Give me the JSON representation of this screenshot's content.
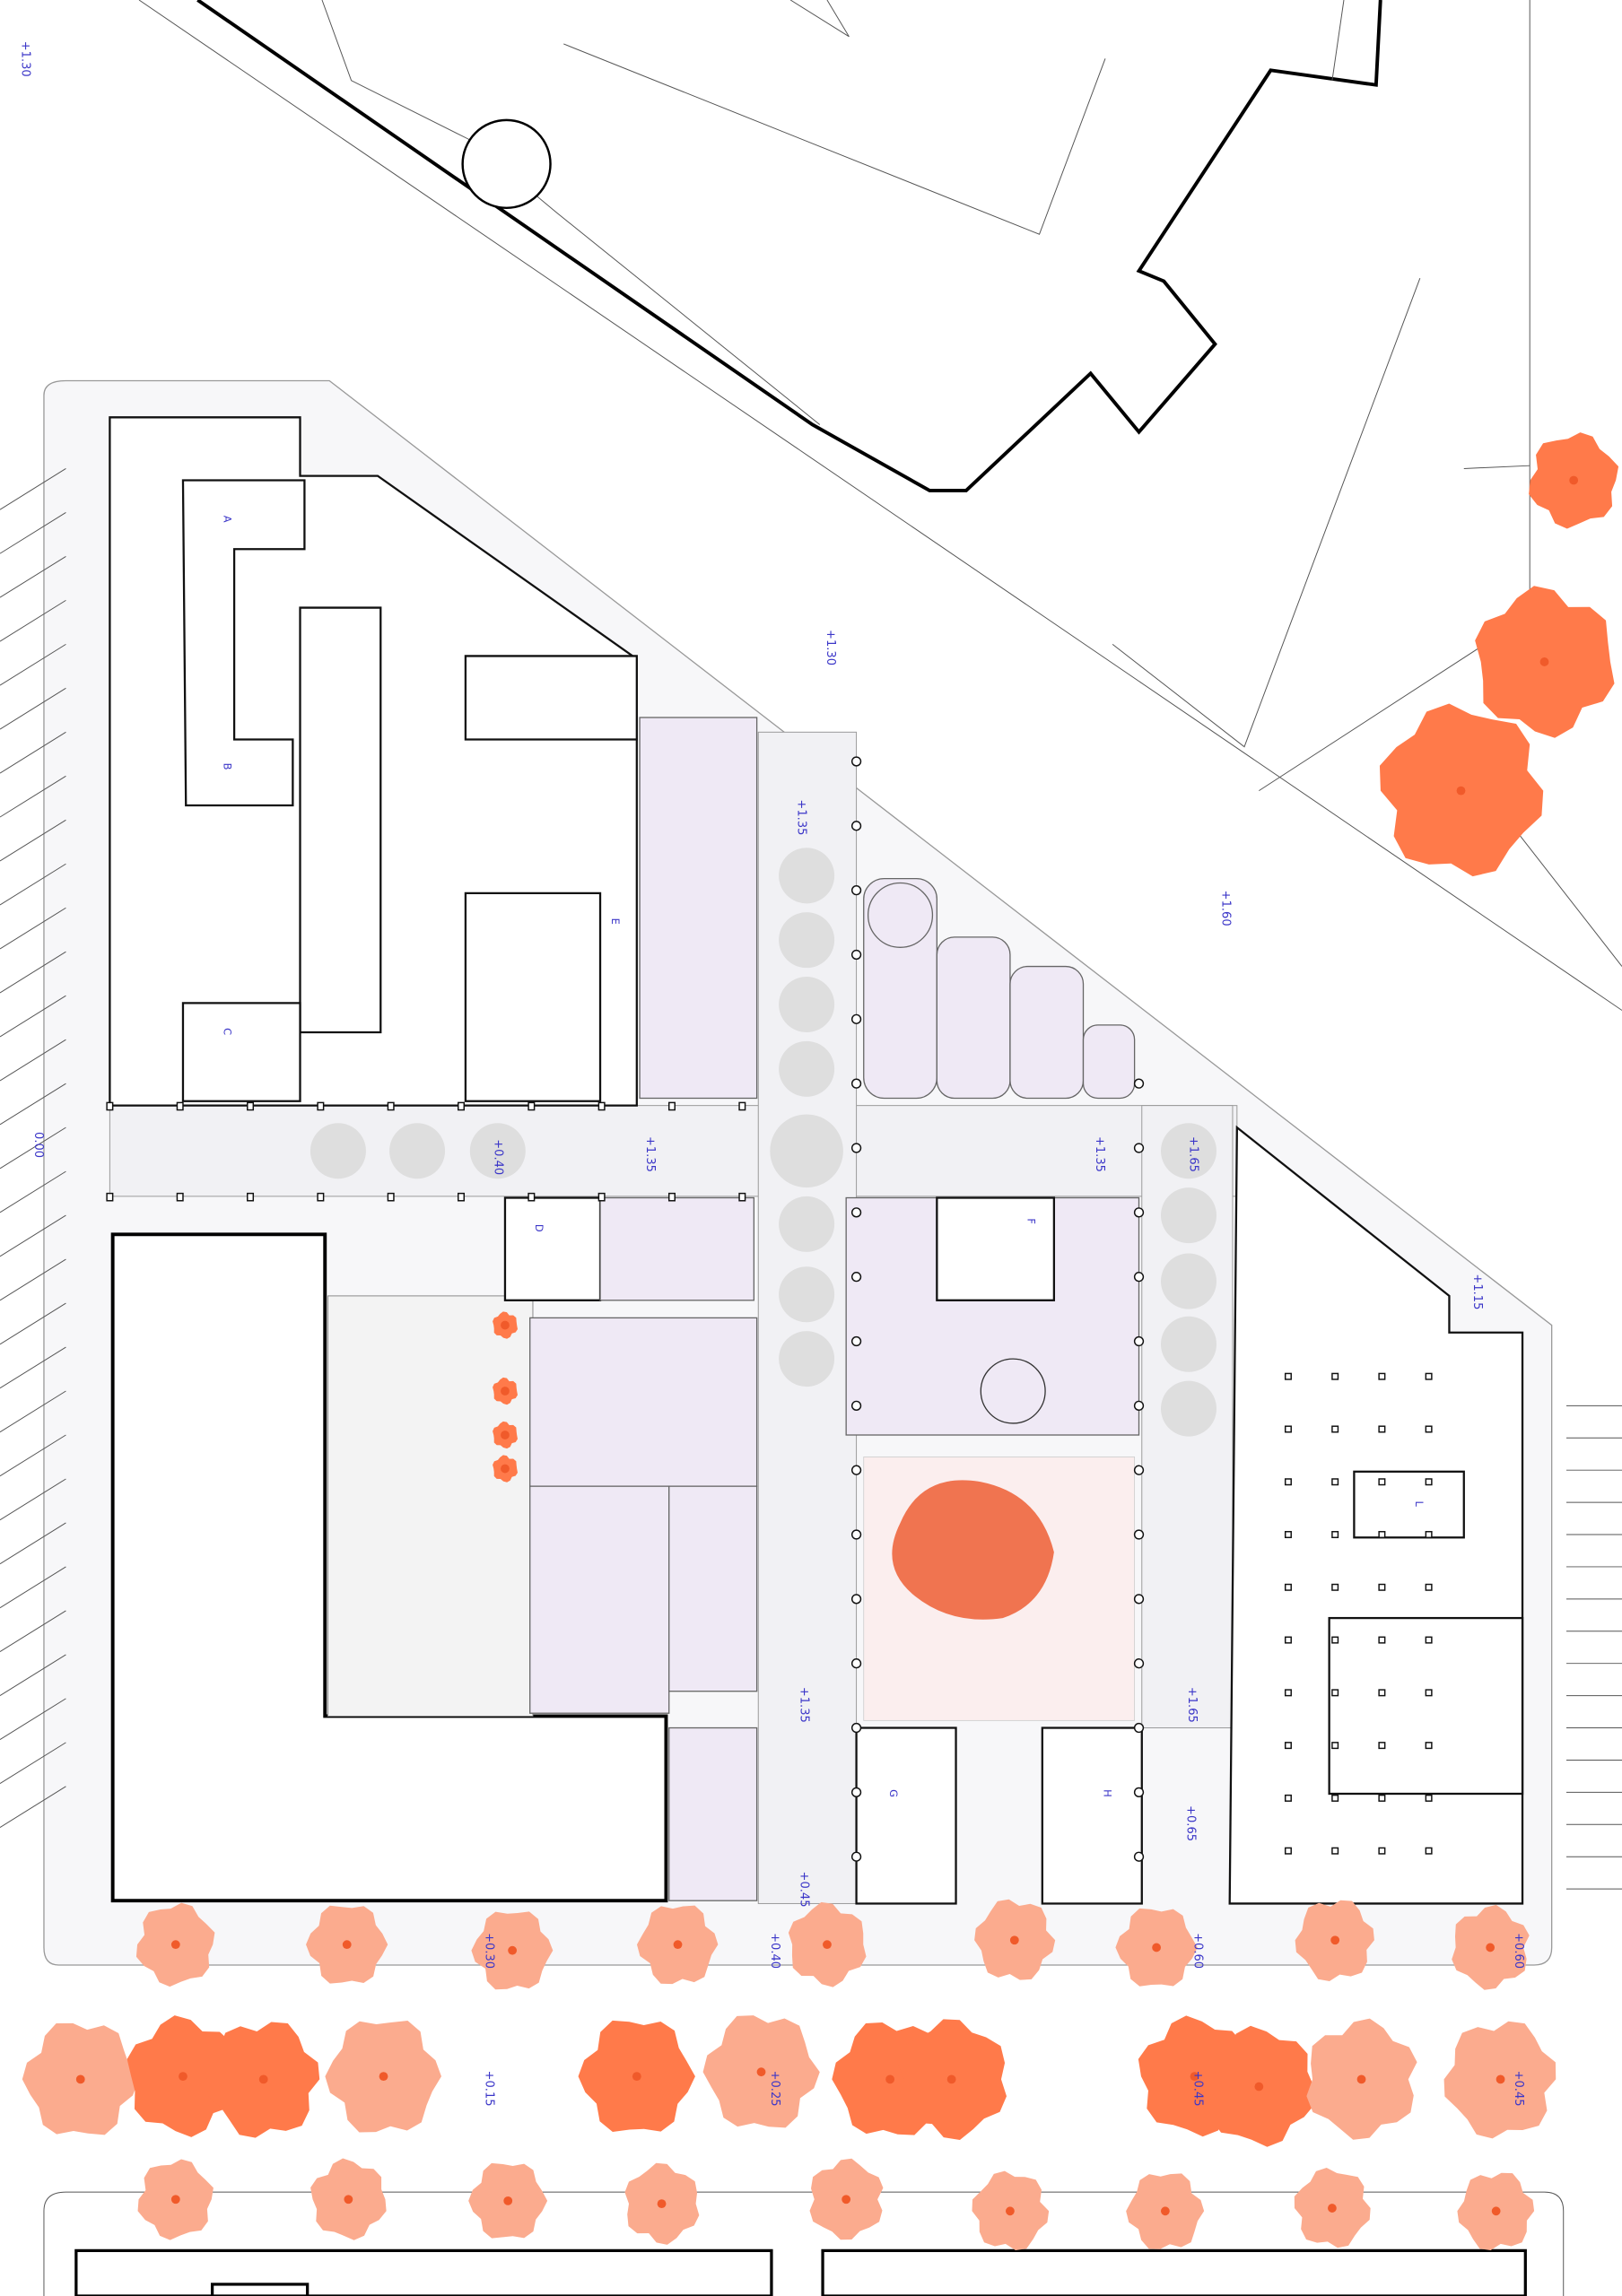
{
  "title": "Ground floor site plan",
  "elevation_labels": {
    "top_left": "+1.30",
    "plaza_north": "+1.30",
    "courtyard_north": "+1.35",
    "east_plaza": "+1.60",
    "west_edge": "0.00",
    "corridor_ramp": "+0.40",
    "corridor_mid": "+1.35",
    "corridor_east": "+1.35",
    "corridor_far_east": "+1.65",
    "east_corner": "+1.15",
    "courtyard_south": "+1.35",
    "courtyard_south_east": "+1.65",
    "south_passage_west": "+0.45",
    "south_passage_east": "+0.65",
    "sidewalk_1": "+0.30",
    "sidewalk_2": "+0.40",
    "sidewalk_3": "+0.60",
    "sidewalk_4": "+0.60",
    "street_1": "+0.15",
    "street_2": "+0.25",
    "street_3": "+0.45",
    "street_4": "+0.45"
  },
  "cores": [
    "A",
    "B",
    "C",
    "D",
    "E",
    "F",
    "G",
    "H",
    "L"
  ],
  "colors": {
    "tree_dark": "#ff7a4a",
    "tree_light": "#fbab8e",
    "label": "#3b36c8",
    "room_fill": "#efe9f5",
    "plaza_circle": "#dedede"
  }
}
